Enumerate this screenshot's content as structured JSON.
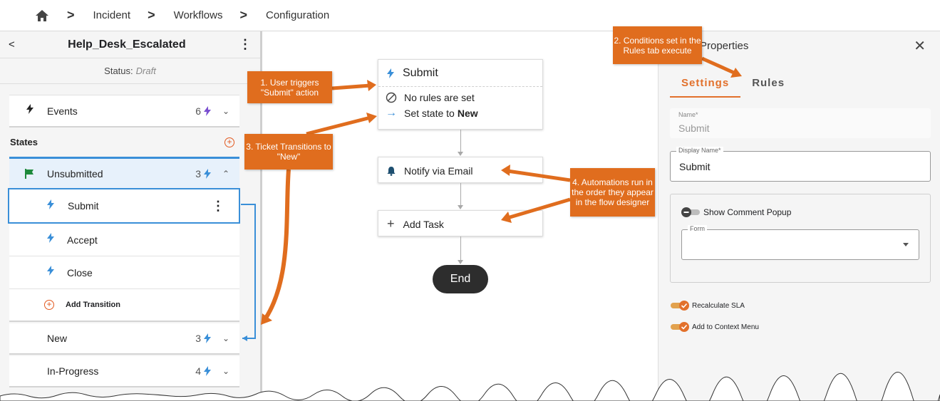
{
  "breadcrumb": {
    "items": [
      "Incident",
      "Workflows",
      "Configuration"
    ]
  },
  "left_panel": {
    "title": "Help_Desk_Escalated",
    "status_label": "Status:",
    "status_value": "Draft",
    "events": {
      "label": "Events",
      "count": "6"
    },
    "states_label": "States",
    "states": [
      {
        "label": "Unsubmitted",
        "count": "3"
      },
      {
        "label": "New",
        "count": "3"
      },
      {
        "label": "In-Progress",
        "count": "4"
      }
    ],
    "transitions": [
      "Submit",
      "Accept",
      "Close"
    ],
    "add_transition": "Add Transition"
  },
  "flow": {
    "trigger_title": "Submit",
    "no_rules": "No rules are set",
    "set_state_prefix": "Set state to",
    "set_state_value": "New",
    "notify": "Notify via Email",
    "add_task": "Add Task",
    "end": "End"
  },
  "properties": {
    "header": "Properties",
    "tabs": [
      "Settings",
      "Rules"
    ],
    "name_label": "Name*",
    "name_value": "Submit",
    "display_name_label": "Display Name*",
    "display_name_value": "Submit",
    "show_comment_popup": "Show Comment Popup",
    "form_label": "Form",
    "recalculate_sla": "Recalculate SLA",
    "add_to_context_menu": "Add to Context Menu"
  },
  "callouts": {
    "c1": "1. User triggers \"Submit\" action",
    "c2": "2. Conditions set in the Rules tab execute",
    "c3": "3. Ticket Transitions to \"New\"",
    "c4": "4. Automations run in the order they appear in the flow designer"
  },
  "colors": {
    "accent": "#e06d1e",
    "selection": "#3a8fd8",
    "flag": "#1e8a3c",
    "bolt": "#3a8fd8"
  }
}
